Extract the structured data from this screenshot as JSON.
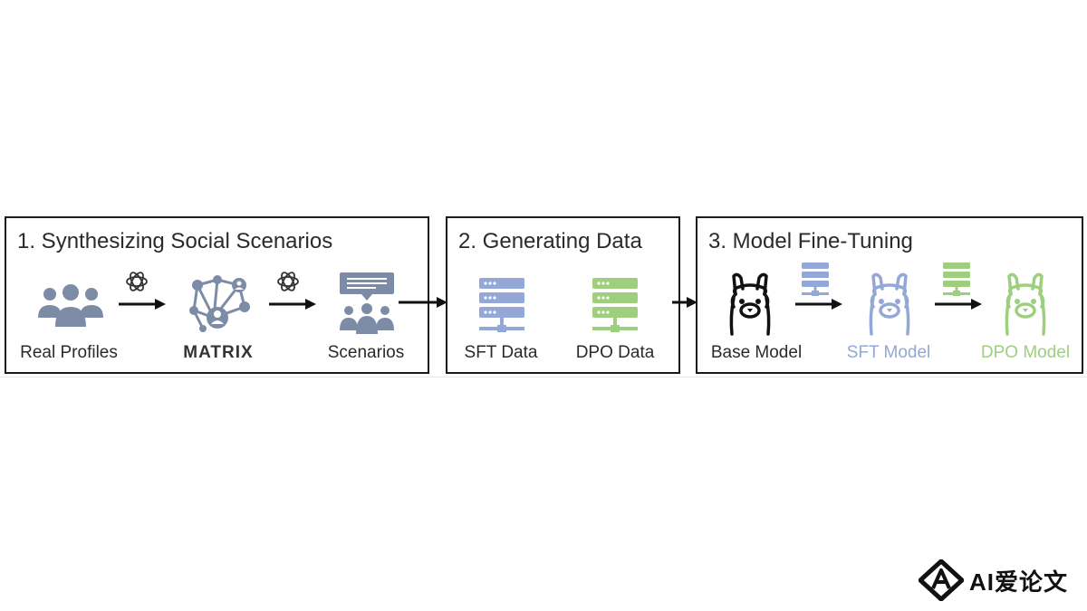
{
  "panels": [
    {
      "title": "1. Synthesizing Social Scenarios"
    },
    {
      "title": "2. Generating Data"
    },
    {
      "title": "3. Model Fine-Tuning"
    }
  ],
  "labels": {
    "real_profiles": "Real Profiles",
    "matrix": "MATRIX",
    "scenarios": "Scenarios",
    "sft_data": "SFT Data",
    "dpo_data": "DPO Data",
    "base_model": "Base Model",
    "sft_model": "SFT Model",
    "dpo_model": "DPO Model"
  },
  "watermark": "AI爱论文",
  "colors": {
    "slate": "#7d8ca6",
    "blue": "#93a8d6",
    "green": "#9ecf7f",
    "black": "#1a1a1a"
  },
  "icons": [
    "people-group-icon",
    "openai-logo-icon",
    "network-icon",
    "audience-screen-icon",
    "database-server-icon",
    "llama-icon"
  ]
}
